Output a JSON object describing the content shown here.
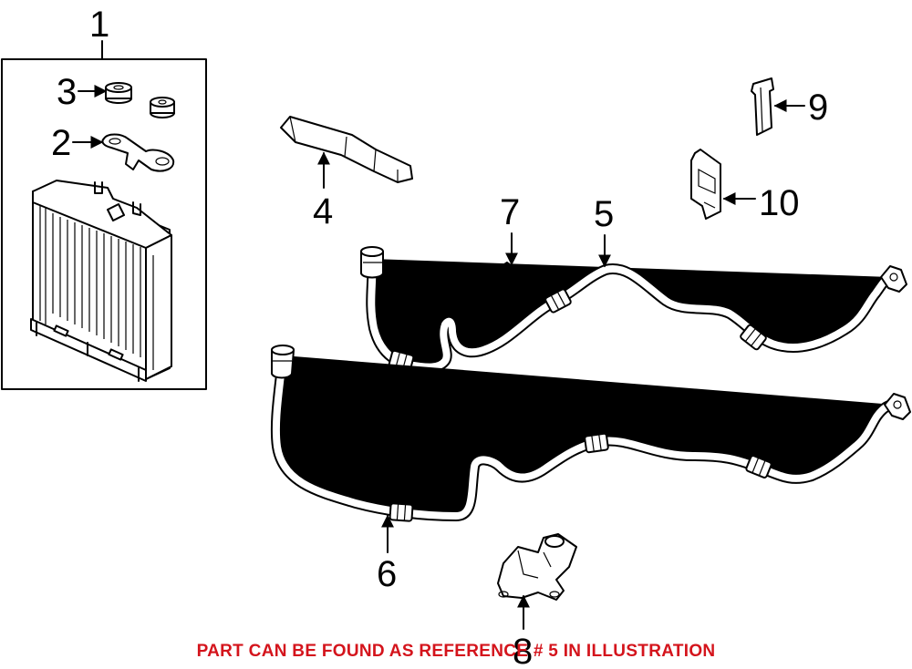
{
  "callouts": {
    "c1": "1",
    "c2": "2",
    "c3": "3",
    "c4": "4",
    "c5": "5",
    "c6": "6",
    "c7": "7",
    "c8": "8",
    "c9": "9",
    "c10": "10"
  },
  "footer": {
    "note": "PART CAN BE FOUND AS REFERENCE # 5 IN ILLUSTRATION",
    "color": "#d4141c"
  },
  "icons": {
    "radiator": "radiator-icon",
    "bushing": "bushing-icon",
    "bracket": "bracket-icon",
    "hose": "hose-icon",
    "clip": "clip-icon"
  }
}
